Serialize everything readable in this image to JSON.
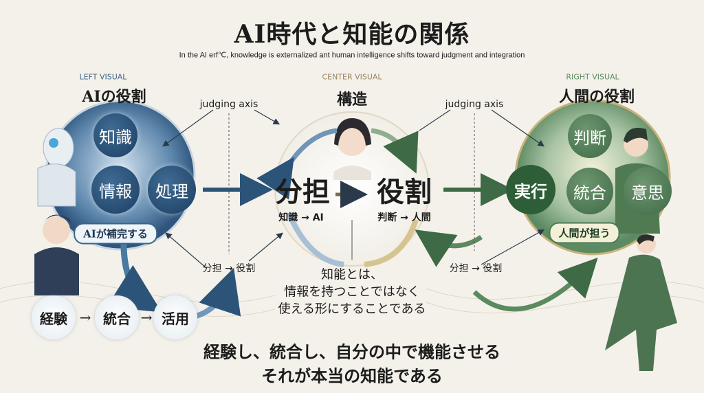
{
  "header": {
    "title": "AI時代と知能の関係",
    "subtitle": "In the AI erf℃, knowledge is externalized ant human intelligence shifts toward judgment and integration"
  },
  "left": {
    "label": "LEFT VISUAL",
    "heading": "AIの役割",
    "bubbles": [
      "知識",
      "情報",
      "処理"
    ],
    "pill": "AIが補完する",
    "steps": [
      "経験",
      "統合",
      "活用"
    ],
    "step_arrow": "→"
  },
  "center": {
    "label": "CENTER VISUAL",
    "heading": "構造",
    "left_term": "分担",
    "left_sub": "知識 → AI",
    "right_term": "役割",
    "right_sub": "判断 → 人間",
    "definition": [
      "知能とは、",
      "情報を持つことではなく",
      "使える形にすることである"
    ]
  },
  "right": {
    "label": "RIGHT VISUAL",
    "heading": "人間の役割",
    "bubbles": [
      "判断",
      "実行",
      "統合",
      "意思"
    ],
    "pill": "人間が担う"
  },
  "annotations": {
    "axis_left": "judging axis",
    "axis_right": "judging axis",
    "flow_left": "分担 → 役割",
    "flow_right": "分担 → 役割"
  },
  "footer": {
    "line1": "経験し、統合し、自分の中で機能させる",
    "line2": "それが本当の知能である"
  },
  "colors": {
    "blue": "#2c5478",
    "green": "#3e6a45",
    "gold": "#c9b27a",
    "bg": "#f4f1ea"
  }
}
